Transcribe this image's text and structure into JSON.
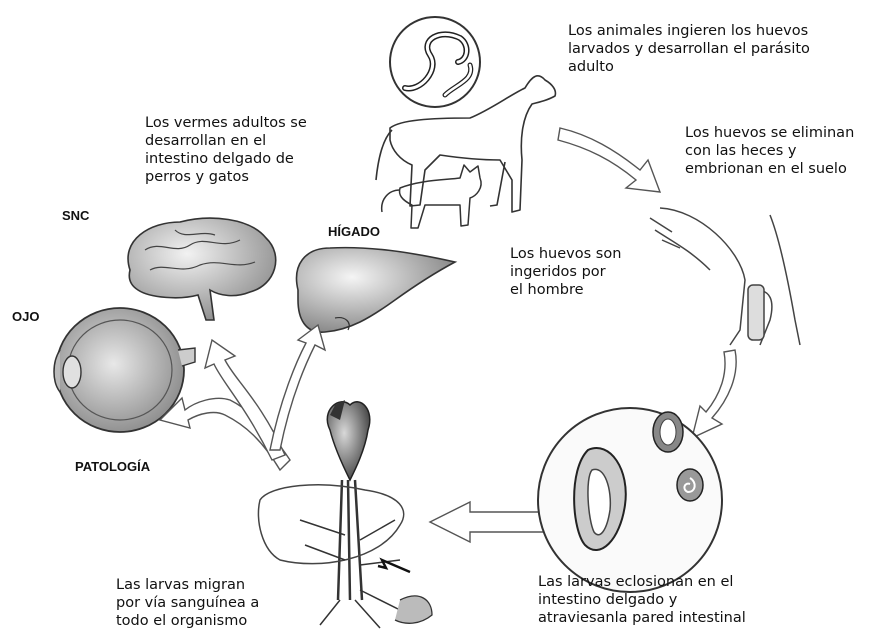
{
  "organ_labels": {
    "snc": "SNC",
    "higado": "HÍGADO",
    "ojo": "OJO",
    "patologia": "PATOLOGÍA"
  },
  "captions": {
    "animals_ingest": "Los animales ingieren los huevos\nlarvados y desarrollan el parásito\nadulto",
    "eggs_eliminated": "Los huevos se eliminan\ncon las heces y\nembrionan en el suelo",
    "adult_worms": "Los vermes adultos se\ndesarrollan en el\nintestino delgado de\nperros y gatos",
    "eggs_ingested_human": "Los huevos son\ningeridos por\nel hombre",
    "larvae_hatch": "Las larvas eclosionan en el\nintestino delgado y\natraviesanla pared intestinal",
    "larvae_migrate": "Las larvas migran\npor vía sanguínea a\ntodo el organismo"
  }
}
